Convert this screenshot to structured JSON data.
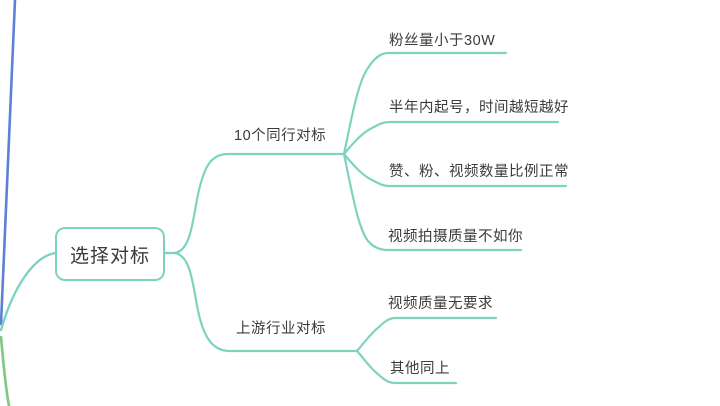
{
  "mindmap": {
    "root": {
      "label": "选择对标"
    },
    "branches": [
      {
        "label": "10个同行对标",
        "children": [
          "粉丝量小于30W",
          "半年内起号，时间越短越好",
          "赞、粉、视频数量比例正常",
          "视频拍摄质量不如你"
        ]
      },
      {
        "label": "上游行业对标",
        "children": [
          "视频质量无要求",
          "其他同上"
        ]
      }
    ]
  },
  "colors": {
    "branch_line": "#7ed3c0",
    "decor_blue_line": "#5b80d5",
    "decor_green_line": "#7dc87f",
    "text": "#3b3b3b",
    "node_border": "#7ed3c0",
    "node_fill": "#ffffff",
    "background": "#ffffff"
  }
}
